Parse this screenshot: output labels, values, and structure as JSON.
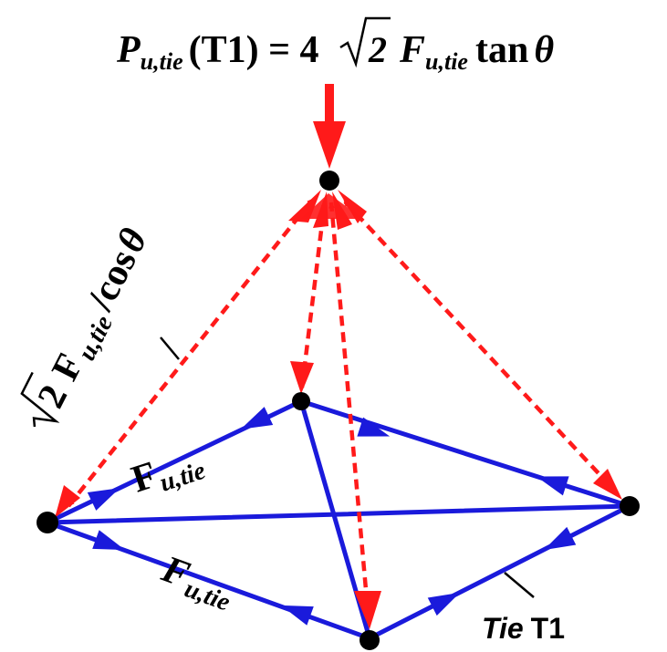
{
  "title": {
    "p": "P",
    "p_sub": "u,tie",
    "t1": "(T1) = 4",
    "sqrt_arg": "2",
    "f": "F",
    "f_sub": "u,tie",
    "tan": "tan",
    "theta": "θ"
  },
  "strut_label": {
    "sqrt_arg": "2",
    "f": "F",
    "f_sub": "u,tie",
    "cos": "/cos",
    "theta": "θ"
  },
  "force_label_1": {
    "f": "F",
    "f_sub": "u,tie"
  },
  "force_label_2": {
    "f": "F",
    "f_sub": "u,tie"
  },
  "tie_label": {
    "tie": "Tie",
    "t1": "T1"
  },
  "colors": {
    "strut": "#ff1a1a",
    "tie": "#1a1adb",
    "node": "#000000",
    "text": "#000000"
  }
}
